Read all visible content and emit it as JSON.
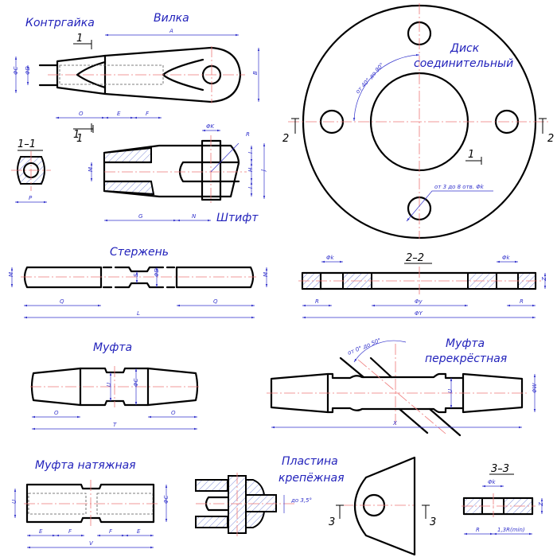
{
  "titles": {
    "kontrgaika": "Контргайка",
    "vilka": "Вилка",
    "disk_line1": "Диск",
    "disk_line2": "соединительный",
    "shtift": "Штифт",
    "sterzhen": "Стержень",
    "mufta": "Муфта",
    "mufta_perek_line1": "Муфта",
    "mufta_perek_line2": "перекрёстная",
    "mufta_natyazh": "Муфта  натяжная",
    "plastina_line1": "Пластина",
    "plastina_line2": "крепёжная"
  },
  "sections": {
    "s1": "1",
    "s1_1": "1–1",
    "s2": "2",
    "s2_2": "2–2",
    "s3": "3",
    "s3_3": "3–3"
  },
  "dims": {
    "A": "A",
    "B": "B",
    "C": "ΦC",
    "D": "ΦD",
    "O": "O",
    "E": "E",
    "F": "F",
    "P": "P",
    "K": "ΦK",
    "R": "R",
    "I": "I",
    "H": "H",
    "J": "J",
    "M": "M",
    "G": "G",
    "N": "N",
    "Q": "Q",
    "L": "L",
    "S": "S",
    "k": "Φk",
    "y": "Φy",
    "Y": "ΦY",
    "Z": "Z",
    "U": "U",
    "T": "T",
    "W": "ΦW",
    "X": "X",
    "V": "V",
    "R13": "1,3R(min)"
  },
  "annotations": {
    "disk_angle": "от 40° до 90°",
    "disk_holes": "от 3 до 8 отв. Φk",
    "perek_angle": "от 0° до 50°",
    "plastina_angle": "до 3,5°"
  }
}
